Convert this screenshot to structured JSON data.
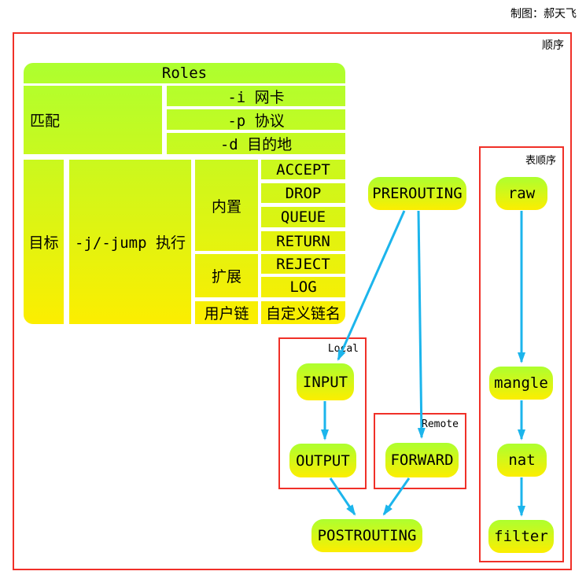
{
  "credit": "制图：郝天飞",
  "outer_label": "顺序",
  "palette": {
    "node_gradient_top": "#ADFF2F",
    "node_gradient_bottom": "#FCEE00",
    "arrow_blue": "#1CB5EC",
    "frame_red": "#F03028",
    "text": "#000000"
  },
  "table": {
    "header": "Roles",
    "match_label": "匹配",
    "match_rows": [
      "-i 网卡",
      "-p 协议",
      "-d 目的地"
    ],
    "target_label": "目标",
    "jump_label": "-j/-jump 执行",
    "builtin_label": "内置",
    "builtin_values": [
      "ACCEPT",
      "DROP",
      "QUEUE",
      "RETURN"
    ],
    "extend_label": "扩展",
    "extend_values": [
      "REJECT",
      "LOG"
    ],
    "userchain_label": "用户链",
    "userchain_value": "自定义链名"
  },
  "flow": {
    "prerouting": "PREROUTING",
    "local_box_label": "Local",
    "input": "INPUT",
    "output": "OUTPUT",
    "remote_box_label": "Remote",
    "forward": "FORWARD",
    "postrouting": "POSTROUTING"
  },
  "table_order": {
    "box_label": "表顺序",
    "items": [
      "raw",
      "mangle",
      "nat",
      "filter"
    ]
  }
}
